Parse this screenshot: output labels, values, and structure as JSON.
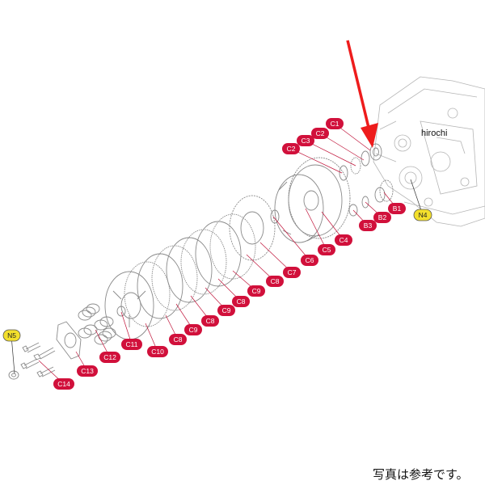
{
  "watermark": "hirochi",
  "caption": "写真は参考です。",
  "colors": {
    "part_label": "#d1103b",
    "note_label": "#f3df2c",
    "arrow": "#ee1c1c"
  },
  "labels": {
    "c1": "C1",
    "c2a": "C2",
    "c3": "C3",
    "c2b": "C2",
    "b1": "B1",
    "b2": "B2",
    "b3": "B3",
    "n4": "N4",
    "n5": "N5",
    "c4": "C4",
    "c5": "C5",
    "c6": "C6",
    "c7": "C7",
    "c8a": "C8",
    "c9a": "C9",
    "c8b": "C8",
    "c9b": "C9",
    "c8c": "C8",
    "c9c": "C9",
    "c8d": "C8",
    "c10": "C10",
    "c11": "C11",
    "c12": "C12",
    "c13": "C13",
    "c14": "C14"
  }
}
